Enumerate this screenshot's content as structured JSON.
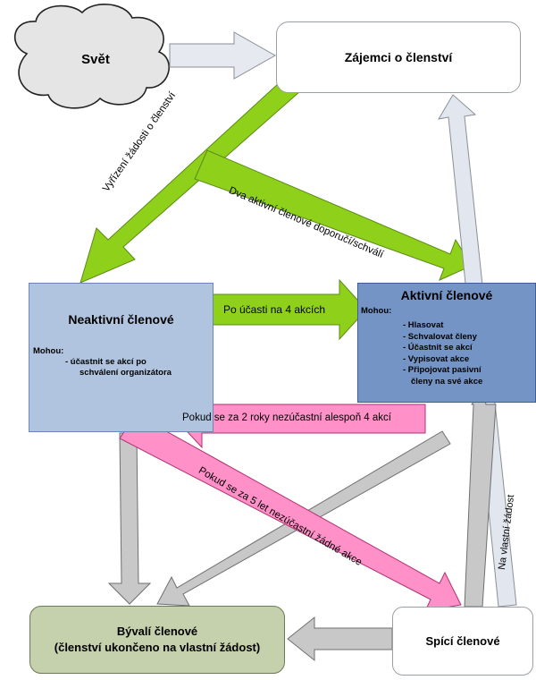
{
  "nodes": {
    "svet": "Svět",
    "zajemci": "Zájemci o členství",
    "neaktivni": {
      "title": "Neaktivní členové",
      "can_label": "Mohou:",
      "items": [
        "- účastnit se akcí po",
        "schválení organizátora"
      ]
    },
    "aktivni": {
      "title": "Aktivní členové",
      "can_label": "Mohou:",
      "items": [
        "- Hlasovat",
        "- Schvalovat členy",
        "- Účastnit se akcí",
        "- Vypisovat akce",
        "- Připojovat pasivní",
        "členy na své akce"
      ]
    },
    "byvali": {
      "line1": "Bývalí členové",
      "line2": "(členství ukončeno na vlastní žádost)"
    },
    "spici": "Spící členové"
  },
  "arrows": {
    "vyrizeni": "Vyřízení žádosti o členství",
    "doporuci": "Dva aktivní členové doporučí/schválí",
    "po_ucasti": "Po účasti na 4 akcích",
    "pokud_2": "Pokud se za 2 roky nezúčastní alespoň 4 akcí",
    "pokud_5": "Pokud se za 5 let nezúčastní žádné akce",
    "vlastni": "Na vlastní žádost"
  },
  "colors": {
    "green": "#8fd11a",
    "pink": "#ff91c8",
    "gray": "#c8c8c8",
    "light_blue_gray": "#e1e6ef",
    "neaktivni_fill": "#b0c4e0",
    "aktivni_fill": "#7394c4",
    "byvali_fill": "#c5d0ad"
  }
}
